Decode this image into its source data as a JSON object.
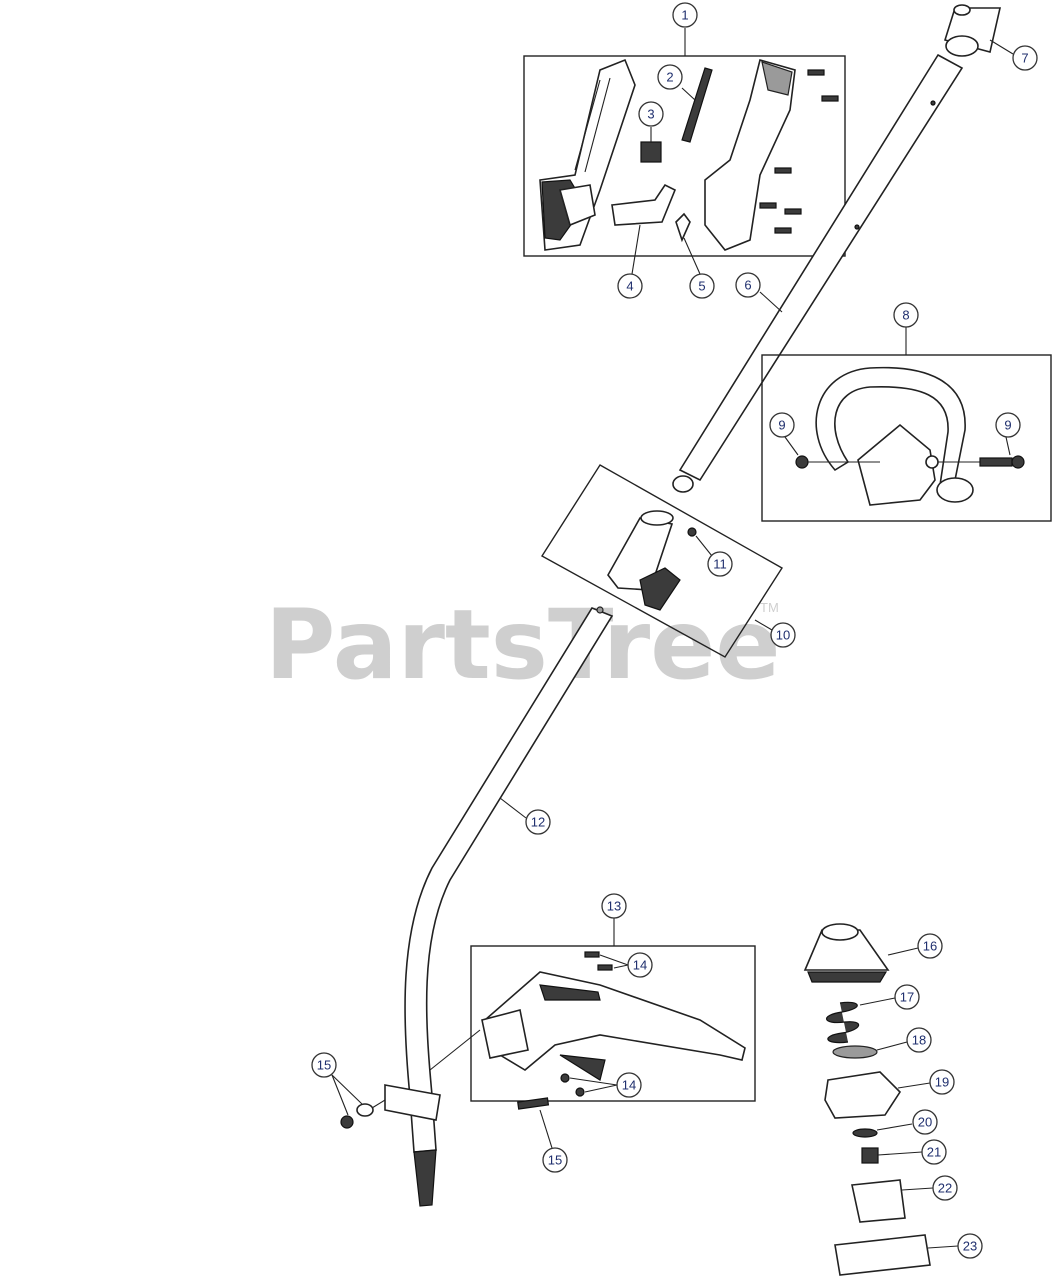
{
  "watermark": {
    "text": "PartsTree",
    "trademark": "TM"
  },
  "callouts": {
    "c1": "1",
    "c2": "2",
    "c3": "3",
    "c4": "4",
    "c5": "5",
    "c6": "6",
    "c7": "7",
    "c8": "8",
    "c9a": "9",
    "c9b": "9",
    "c10": "10",
    "c11": "11",
    "c12": "12",
    "c13": "13",
    "c14a": "14",
    "c14b": "14",
    "c15a": "15",
    "c15b": "15",
    "c16": "16",
    "c17": "17",
    "c18": "18",
    "c19": "19",
    "c20": "20",
    "c21": "21",
    "c22": "22",
    "c23": "23"
  }
}
